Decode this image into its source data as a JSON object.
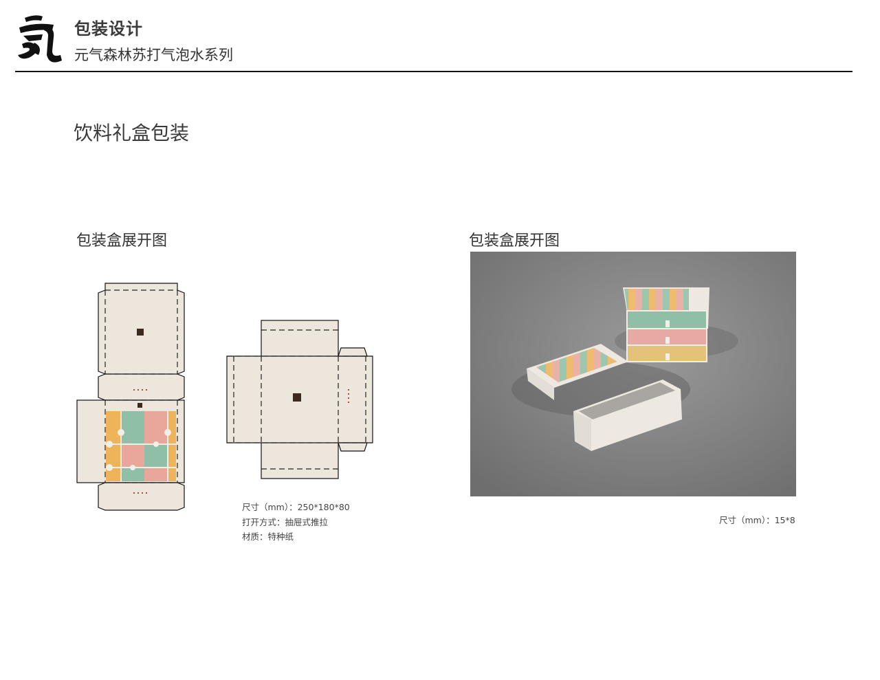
{
  "header": {
    "logo_glyph": "氣",
    "title": "包装设计",
    "subtitle": "元气森林苏打气泡水系列"
  },
  "section": {
    "title": "饮料礼盒包装"
  },
  "left_panel": {
    "heading": "包装盒展开图",
    "specs": [
      "尺寸（mm）：250*180*80",
      "打开方式：抽屉式推拉",
      "材质：特种纸"
    ]
  },
  "right_panel": {
    "heading": "包装盒展开图",
    "spec": "尺寸（mm）：15*8"
  },
  "colors": {
    "paper": "#ece6dc",
    "pink": "#e9a79b",
    "orange": "#efb45a",
    "green": "#8fbfa6",
    "backdrop": "#7d7d7d",
    "rule": "#111111"
  }
}
